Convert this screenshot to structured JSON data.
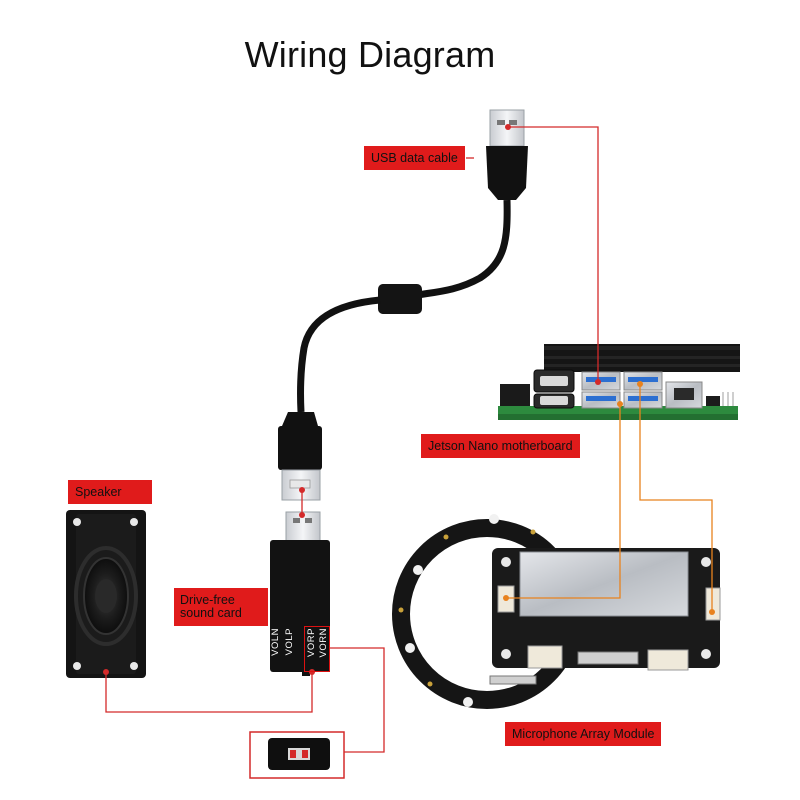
{
  "title": "Wiring Diagram",
  "labels": {
    "usb_data_cable": "USB data cable",
    "jetson_nano": "Jetson Nano motherboard",
    "speaker": "Speaker",
    "sound_card": "Drive-free sound card",
    "mic_array": "Microphone Array Module"
  },
  "sound_card_pins": [
    "VOLN",
    "VOLP",
    "VORP",
    "VORN"
  ],
  "colors": {
    "label_bg": "#e01b1b",
    "red_line": "#d42a2a",
    "orange_line": "#e8821e",
    "pcb_black": "#161616",
    "pcb_green": "#2d8a3e"
  }
}
